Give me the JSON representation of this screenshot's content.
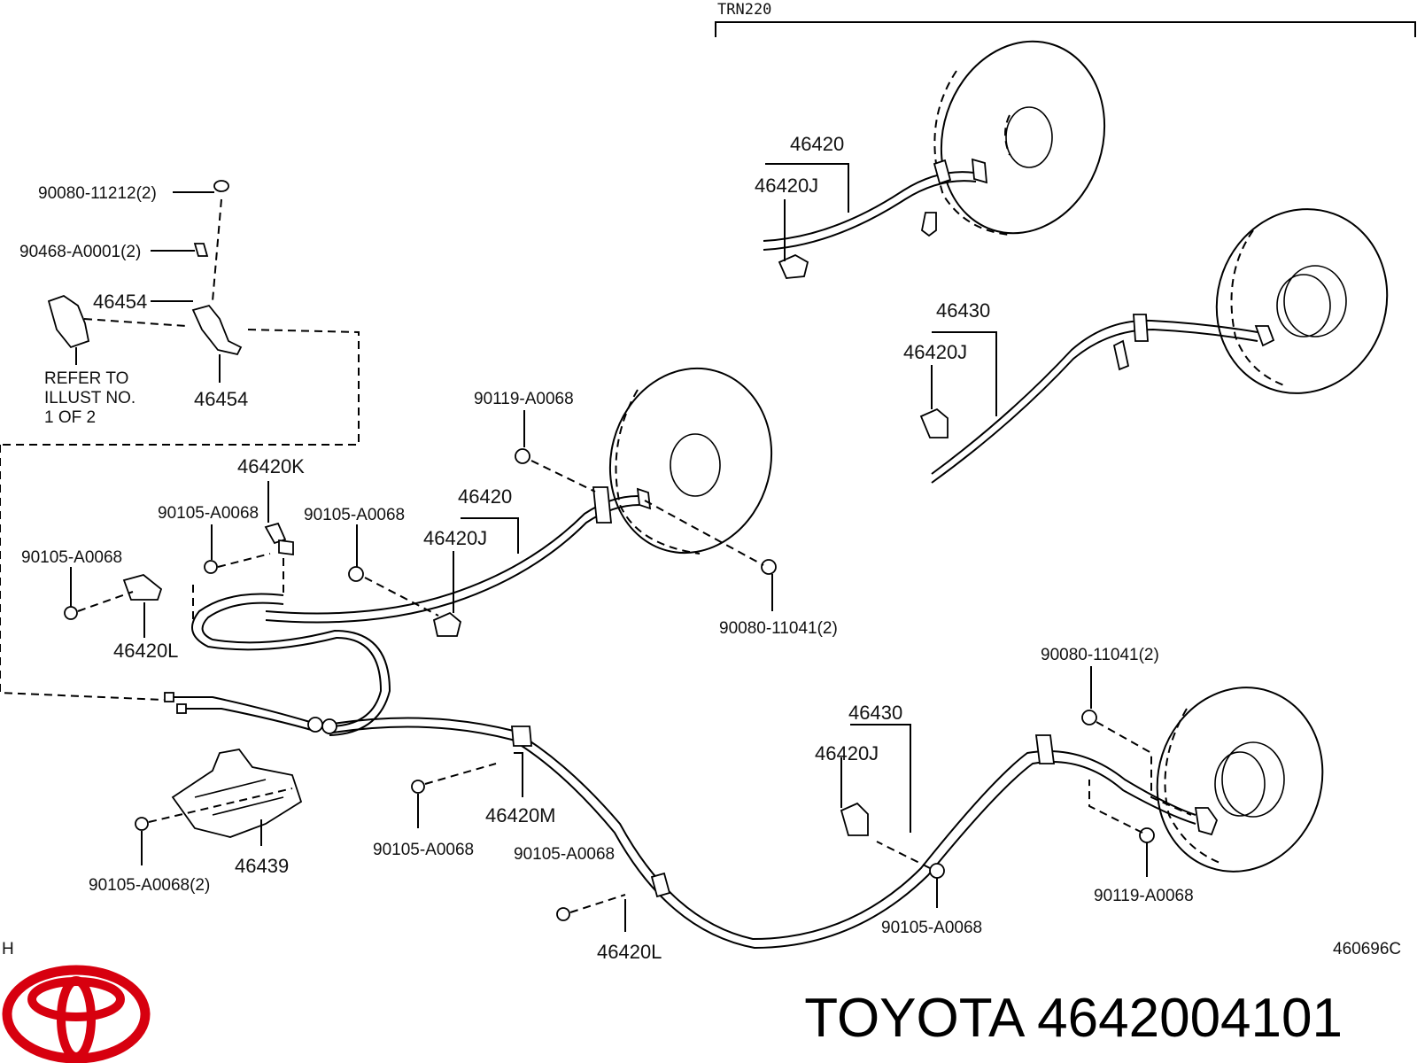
{
  "header": {
    "model_code": "TRN220"
  },
  "labels": {
    "p_90080_11212": "90080-11212(2)",
    "p_90468_a0001": "90468-A0001(2)",
    "p_46454_a": "46454",
    "p_46454_b": "46454",
    "refer_line1": "REFER TO",
    "refer_line2": "ILLUST NO.",
    "refer_line3": "1 OF 2",
    "p_46420_top": "46420",
    "p_46420j_top": "46420J",
    "p_46430_right": "46430",
    "p_46420j_right": "46420J",
    "p_90119_mid": "90119-A0068",
    "p_46420k": "46420K",
    "p_90105_a": "90105-A0068",
    "p_90105_b": "90105-A0068",
    "p_90105_c": "90105-A0068",
    "p_46420_mid": "46420",
    "p_46420j_mid": "46420J",
    "p_46420l_left": "46420L",
    "p_90080_11041_mid": "90080-11041(2)",
    "p_90080_11041_right": "90080-11041(2)",
    "p_46430_lower": "46430",
    "p_46420j_lower": "46420J",
    "p_46420m": "46420M",
    "p_90105_d": "90105-A0068",
    "p_90105_e": "90105-A0068",
    "p_46439": "46439",
    "p_90105_f": "90105-A0068(2)",
    "p_46420l_bottom": "46420L",
    "p_90105_g": "90105-A0068",
    "p_90119_lower": "90119-A0068",
    "corner_h": "H",
    "figure_code": "460696C"
  },
  "caption": {
    "text": "TOYOTA 4642004101"
  },
  "colors": {
    "brand_red": "#d7000f",
    "ink": "#000000"
  },
  "logo": {
    "name": "toyota-logo"
  }
}
